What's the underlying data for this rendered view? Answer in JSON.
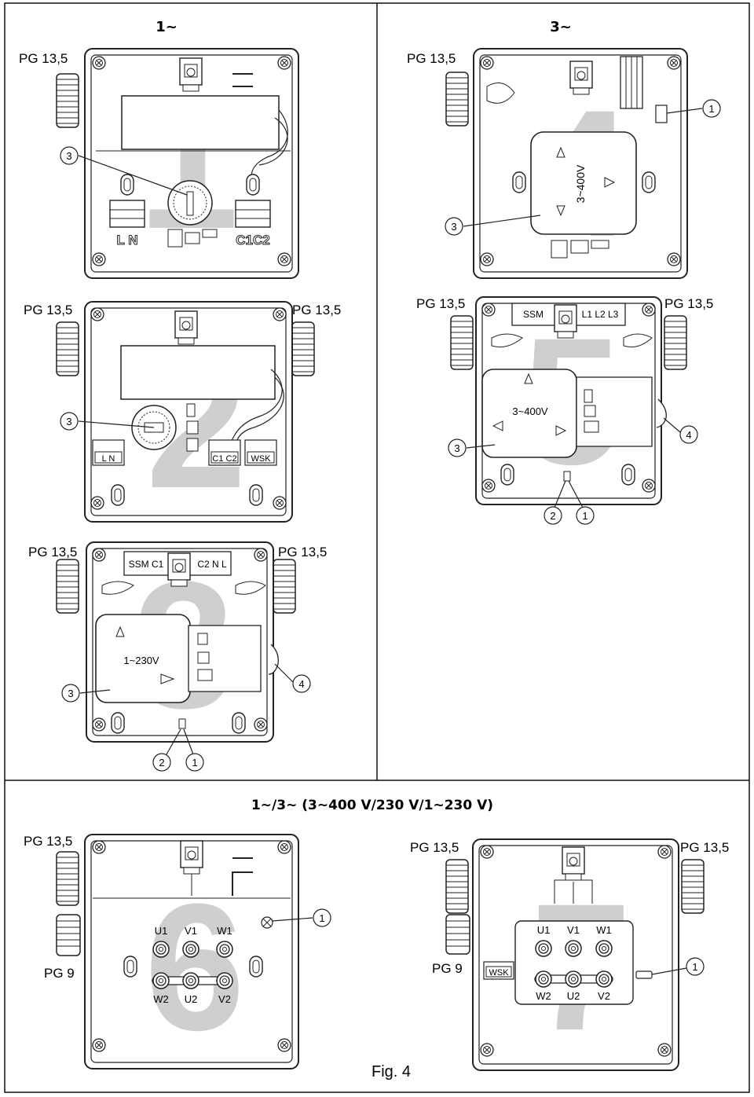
{
  "headers": {
    "single_phase": "1~",
    "three_phase": "3~",
    "combined": "1~/3~ (3~400 V/230 V/1~230 V)"
  },
  "caption": "Fig. 4",
  "panels": {
    "p1": {
      "number": "1",
      "gland_left": "PG 13,5",
      "terminal_left": "L N",
      "terminal_right": "C1C2",
      "callouts": [
        "3"
      ]
    },
    "p2": {
      "number": "2",
      "gland_left": "PG 13,5",
      "gland_right": "PG 13,5",
      "term_ln": "L N",
      "term_c1c2": "C1 C2",
      "term_wsk": "WSK",
      "callouts": [
        "3"
      ]
    },
    "p3": {
      "number": "3",
      "gland_left": "PG 13,5",
      "gland_right": "PG 13,5",
      "term_left": "SSM C1",
      "term_right": "C2 N L",
      "module_label": "1~230V",
      "callouts": [
        "3",
        "4",
        "2",
        "1"
      ]
    },
    "p4": {
      "number": "4",
      "gland_left": "PG 13,5",
      "module_label": "3~400V",
      "callouts": [
        "1",
        "3"
      ]
    },
    "p5": {
      "number": "5",
      "gland_left": "PG 13,5",
      "gland_right": "PG 13,5",
      "term_left": "SSM",
      "term_right": "L1 L2 L3",
      "module_label": "3~400V",
      "callouts": [
        "4",
        "3",
        "2",
        "1"
      ]
    },
    "p6": {
      "number": "6",
      "gland_top": "PG 13,5",
      "gland_bottom": "PG 9",
      "top_row": [
        "U1",
        "V1",
        "W1"
      ],
      "bottom_row": [
        "W2",
        "U2",
        "V2"
      ],
      "callouts": [
        "1"
      ]
    },
    "p7": {
      "number": "7",
      "gland_left": "PG 13,5",
      "gland_right": "PG 13,5",
      "gland_bottom": "PG 9",
      "term_wsk": "WSK",
      "top_row": [
        "U1",
        "V1",
        "W1"
      ],
      "bottom_row": [
        "W2",
        "U2",
        "V2"
      ],
      "callouts": [
        "1"
      ]
    }
  }
}
